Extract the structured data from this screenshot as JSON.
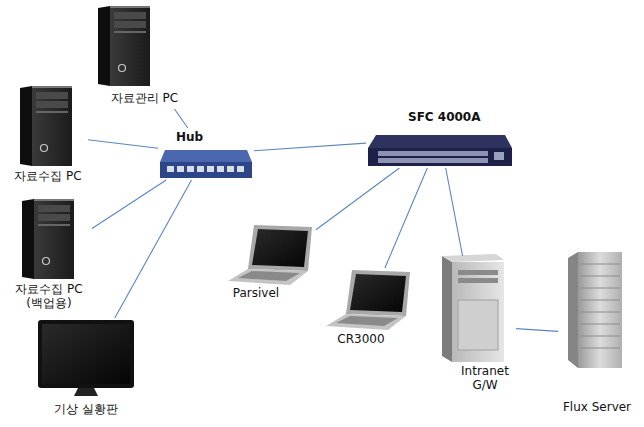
{
  "diagram": {
    "nodes": [
      {
        "text": [
          "자료관리 PC"
        ]
      },
      {
        "text": [
          "자료수집 PC"
        ]
      },
      {
        "text": [
          "자료수집 PC (백업용)"
        ]
      },
      {
        "text": [
          "기상 실황판"
        ]
      },
      {
        "text": [
          "Hub"
        ]
      },
      {
        "text": [
          "SFC 4000A"
        ]
      },
      {
        "text": [
          "Parsivel"
        ]
      },
      {
        "text": [
          "CR3000"
        ]
      },
      {
        "text": [
          "Intranet G/W"
        ]
      },
      {
        "text": [
          "Flux Server"
        ]
      }
    ],
    "edges": [
      {
        "from": 4,
        "to": 0,
        "arrow": "none"
      },
      {
        "from": 4,
        "to": 1,
        "arrow": "none"
      },
      {
        "from": 4,
        "to": 2,
        "arrow": "none"
      },
      {
        "from": 4,
        "to": 3,
        "arrow": "none"
      },
      {
        "from": 4,
        "to": 5,
        "arrow": "none"
      },
      {
        "from": 5,
        "to": 6,
        "arrow": "none"
      },
      {
        "from": 5,
        "to": 7,
        "arrow": "none"
      },
      {
        "from": 5,
        "to": 8,
        "arrow": "none"
      },
      {
        "from": 8,
        "to": 9,
        "arrow": "none"
      }
    ]
  }
}
